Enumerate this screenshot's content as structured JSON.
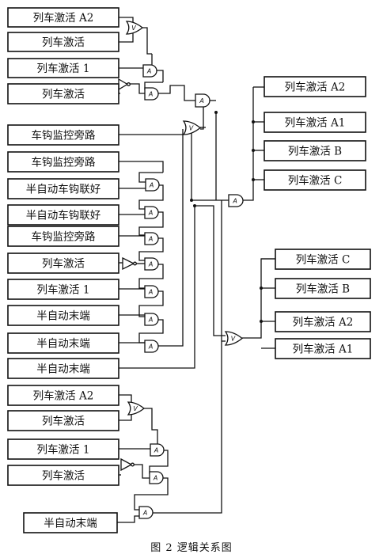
{
  "labels": {
    "activate": "列车激活",
    "activate_1": "列车激活 1",
    "activate_a1": "列车激活 A1",
    "activate_a2": "列车激活 A2",
    "activate_b": "列车激活 B",
    "activate_c": "列车激活 C",
    "coupler_bypass": "车钩监控旁路",
    "semi_auto_coupled": "半自动车钩联好",
    "semi_auto_end": "半自动末端"
  },
  "gate_symbols": {
    "and": "A",
    "or": "V"
  },
  "caption": "图 2   逻辑关系图"
}
